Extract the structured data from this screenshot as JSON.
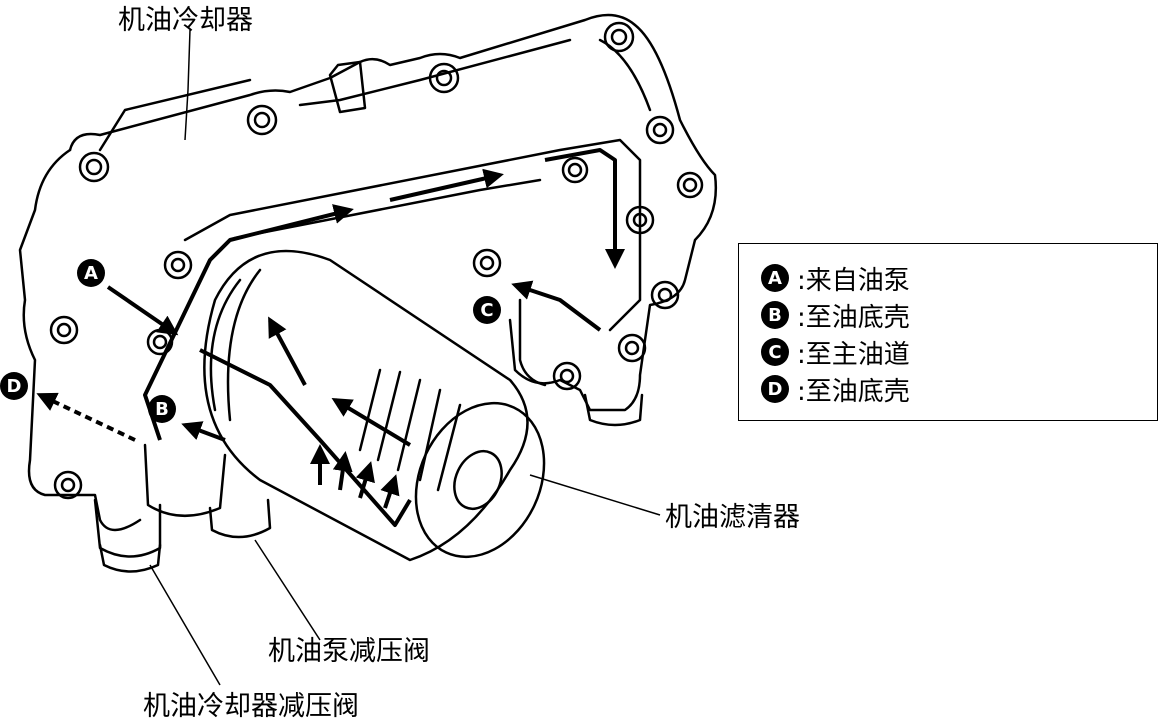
{
  "callouts": {
    "oil_cooler": "机油冷却器",
    "oil_filter": "机油滤清器",
    "pump_relief_valve": "机油泵减压阀",
    "cooler_relief_valve": "机油冷却器减压阀"
  },
  "legend": {
    "items": [
      {
        "key": "A",
        "text": ":来自油泵"
      },
      {
        "key": "B",
        "text": ":至油底壳"
      },
      {
        "key": "C",
        "text": ":至主油道"
      },
      {
        "key": "D",
        "text": ":至油底壳"
      }
    ]
  },
  "points": {
    "a": "A",
    "b": "B",
    "c": "C",
    "d": "D"
  }
}
